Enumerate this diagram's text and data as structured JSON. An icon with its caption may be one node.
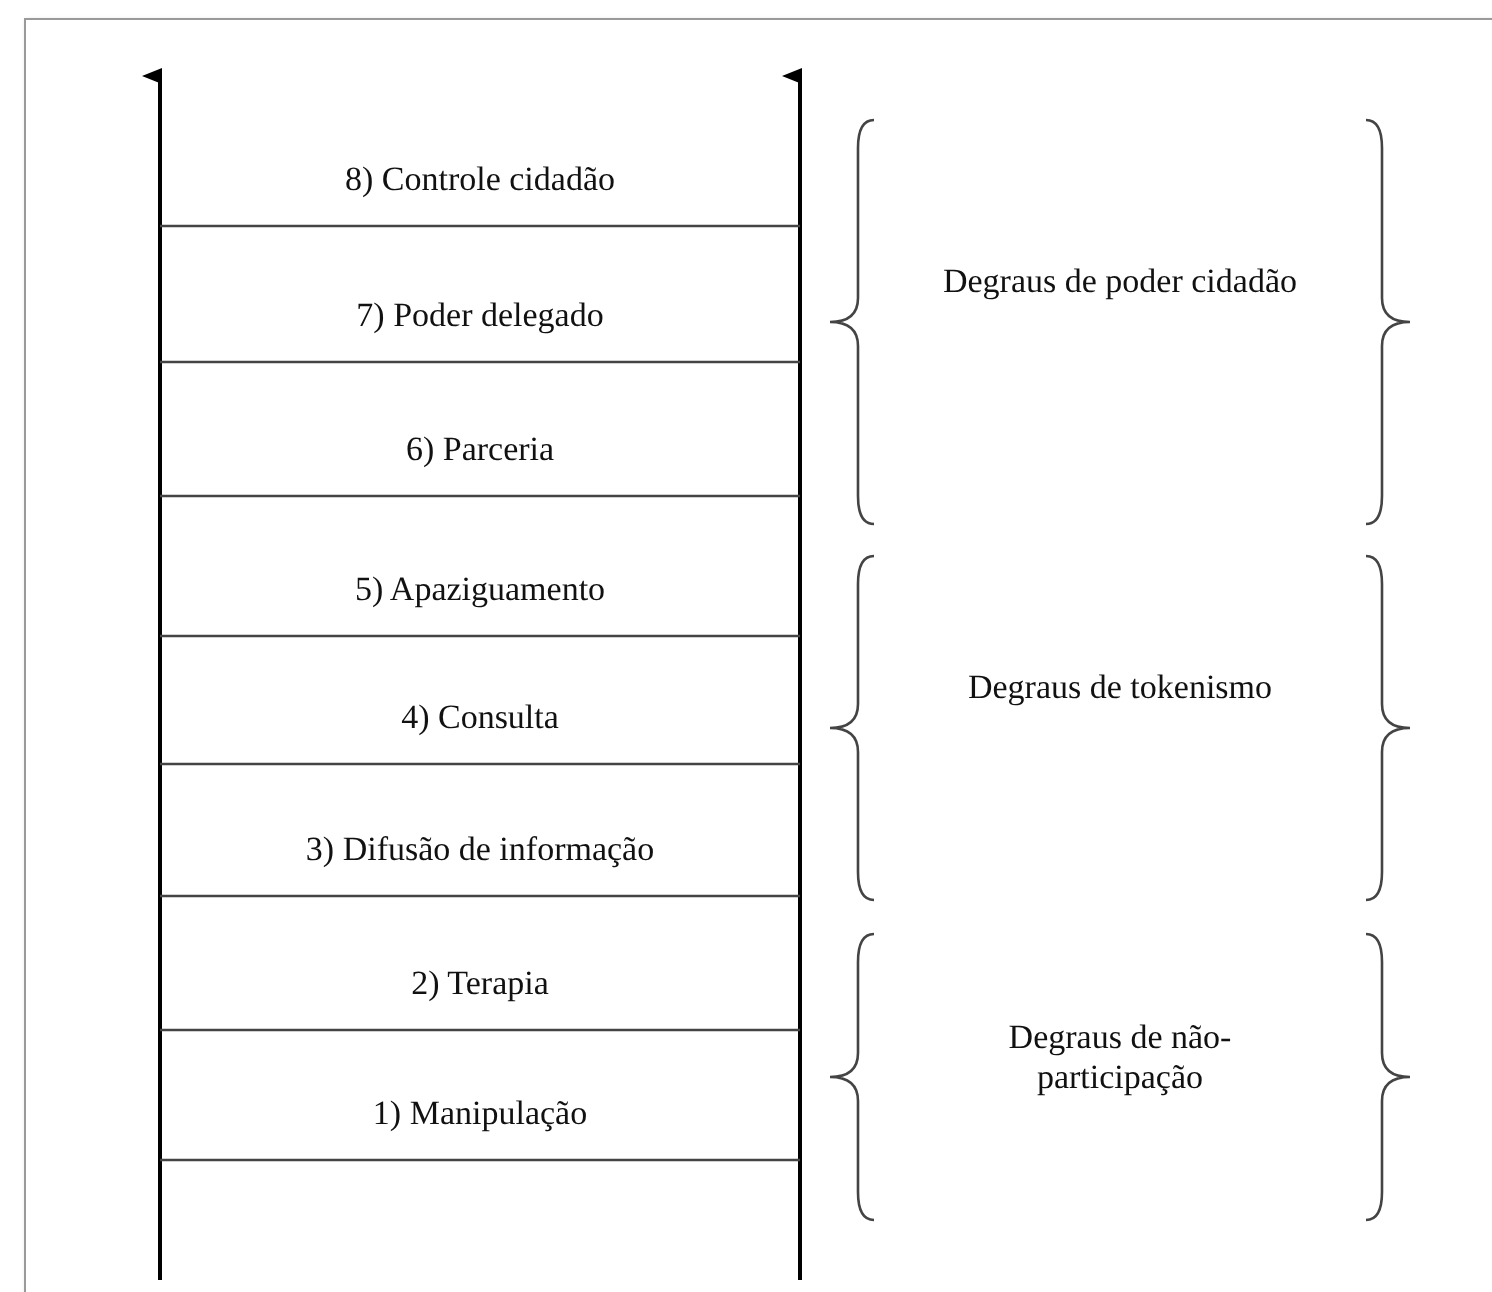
{
  "diagram": {
    "labels": [
      "8) Controle cidadão",
      "7) Poder delegado",
      "6) Parceria",
      "5) Apaziguamento",
      "4) Consulta",
      "3) Difusão de informação",
      "2) Terapia",
      "1) Manipulação",
      "Degraus de poder cidadão",
      "Degraus de tokenismo",
      "Degraus de não-participação"
    ]
  }
}
